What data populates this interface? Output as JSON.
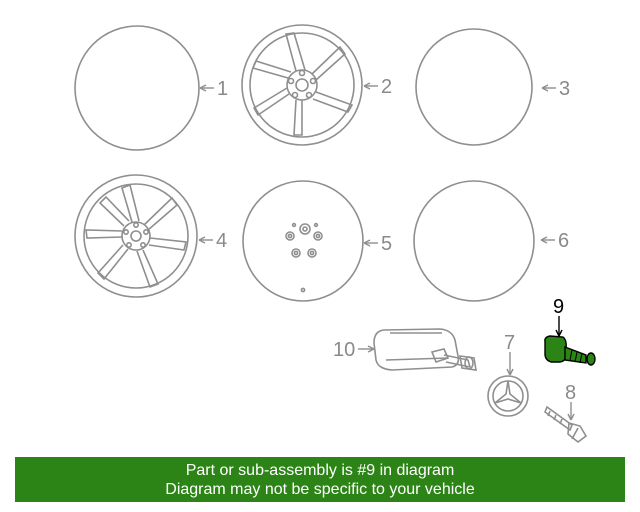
{
  "callouts": {
    "c1": "1",
    "c2": "2",
    "c3": "3",
    "c4": "4",
    "c5": "5",
    "c6": "6",
    "c7": "7",
    "c8": "8",
    "c9": "9",
    "c10": "10"
  },
  "highlight_color": "#2c8416",
  "footer": {
    "line1": "Part or sub-assembly is #9 in diagram",
    "line2": "Diagram may not be specific to your vehicle"
  }
}
